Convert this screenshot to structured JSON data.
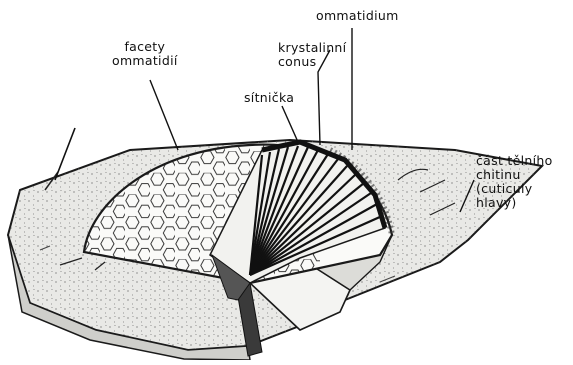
{
  "labels": {
    "ommatidium": "ommatidium",
    "facety": [
      "facety",
      "ommatidií"
    ],
    "krystalinni": [
      "krystalinní",
      "conus"
    ],
    "sitnicka": "sítnička",
    "cast": [
      "část tělního",
      "chitinu",
      "(cuticuly",
      "hlavy)"
    ]
  }
}
